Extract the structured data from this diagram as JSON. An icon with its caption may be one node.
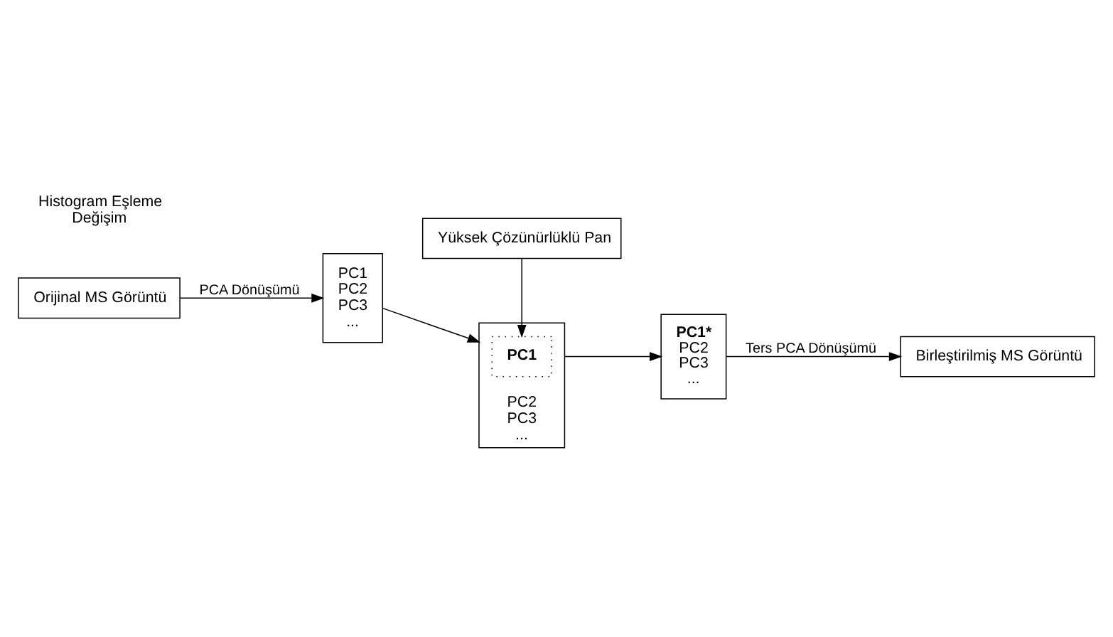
{
  "diagram": {
    "nodes": [
      {
        "text": [
          "Yüksek Çözünürlüklü Pan"
        ]
      },
      {
        "text": [
          "Orijinal MS Görüntü"
        ]
      },
      {
        "text": [
          "PC1",
          "PC2",
          "PC3",
          "..."
        ]
      },
      {
        "text": [
          "PC2",
          "PC3",
          "..."
        ]
      },
      {
        "text": [
          "PC1"
        ],
        "in": 3
      },
      {
        "text": [
          "PC1*",
          "PC2",
          "PC3",
          "..."
        ]
      },
      {
        "text": [
          "Birleştirilmiş MS Görüntü"
        ]
      }
    ],
    "edges": [
      {
        "from": 0,
        "to": 4,
        "arrow": "to"
      },
      {
        "from": 1,
        "to": 2,
        "arrow": "to",
        "label": "PCA Dönüşümü"
      },
      {
        "from": 2,
        "to": 3,
        "arrow": "to"
      },
      {
        "from": 3,
        "to": 5,
        "arrow": "to"
      },
      {
        "from": 5,
        "to": 6,
        "arrow": "to",
        "label": "Ters PCA Dönüşümü"
      }
    ],
    "labels": [
      "Histogram Eşleme",
      "Değişim"
    ]
  }
}
